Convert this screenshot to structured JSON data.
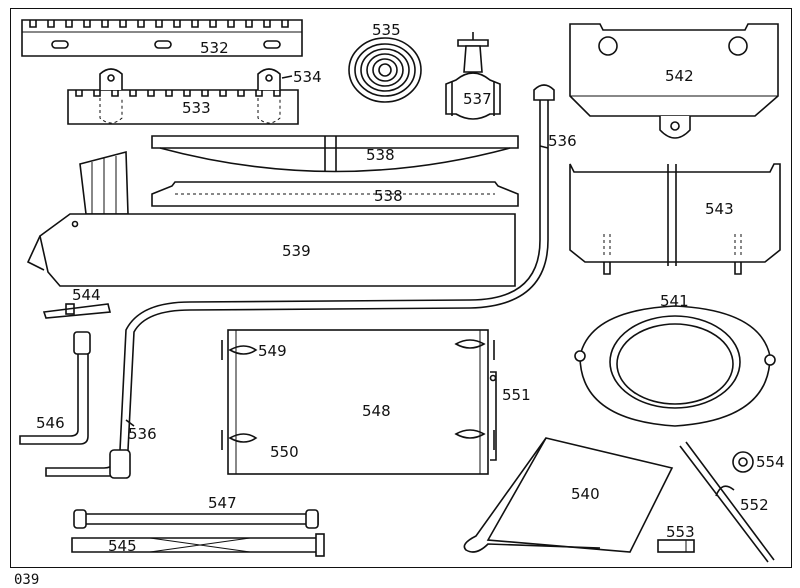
{
  "plate_number": "039",
  "labels": {
    "l532": "532",
    "l533": "533",
    "l534": "534",
    "l535": "535",
    "l536a": "536",
    "l536b": "536",
    "l537": "537",
    "l538a": "538",
    "l538b": "538",
    "l539": "539",
    "l540": "540",
    "l541": "541",
    "l542": "542",
    "l543": "543",
    "l544": "544",
    "l545": "545",
    "l546": "546",
    "l547": "547",
    "l548": "548",
    "l549": "549",
    "l550": "550",
    "l551": "551",
    "l552": "552",
    "l553": "553",
    "l554": "554"
  }
}
